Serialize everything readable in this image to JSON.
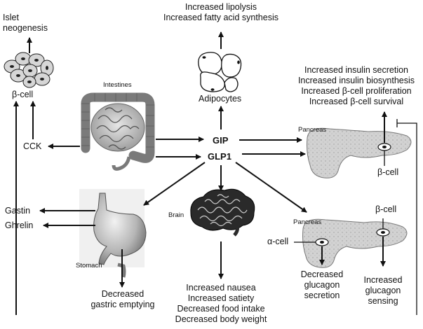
{
  "labels": {
    "islet": [
      "Islet",
      "neogenesis"
    ],
    "beta_cell_left": "β-cell",
    "intestines": "Intestines",
    "cck": "CCK",
    "lipolysis": [
      "Increased lipolysis",
      "Increased fatty acid synthesis"
    ],
    "adipocytes": "Adipocytes",
    "gip": "GIP",
    "glp1": "GLP1",
    "insulin_effects": [
      "Increased insulin secretion",
      "Increased insulin biosynthesis",
      "Increased β-cell proliferation",
      "Increased β-cell survival"
    ],
    "pancreas_top": "Pancreas",
    "beta_cell_top_pancreas": "β-cell",
    "gastin": "Gastin",
    "ghrelin": "Ghrelin",
    "stomach": "Stomach",
    "gastric": [
      "Decreased",
      "gastric emptying"
    ],
    "brain": "Brain",
    "brain_effects": [
      "Increased nausea",
      "Increased satiety",
      "Decreased food intake",
      "Decreased body weight"
    ],
    "pancreas_bottom": "Pancreas",
    "beta_cell_bottom": "β-cell",
    "alpha_cell": "α-cell",
    "glucagon_secretion": [
      "Decreased",
      "glucagon",
      "secretion"
    ],
    "glucagon_sensing": [
      "Increased",
      "glucagon",
      "sensing"
    ]
  }
}
